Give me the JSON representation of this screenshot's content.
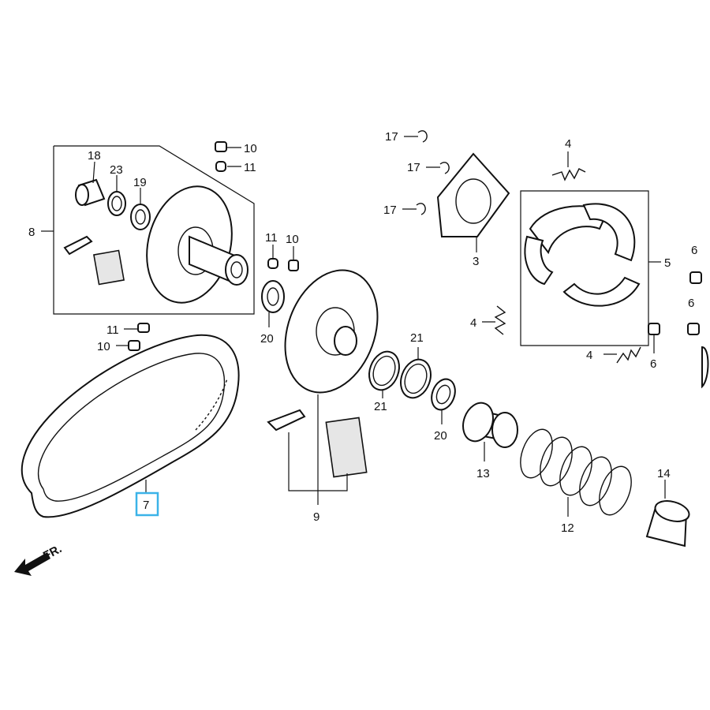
{
  "labels": {
    "p18": "18",
    "p23": "23",
    "p19": "19",
    "p8": "8",
    "p10a": "10",
    "p11a": "11",
    "p11b": "11",
    "p10b": "10",
    "p20a": "20",
    "p11c": "11",
    "p10c": "10",
    "p7": "7",
    "p9": "9",
    "p21a": "21",
    "p21b": "21",
    "p20b": "20",
    "p13": "13",
    "p12": "12",
    "p14": "14",
    "p17a": "17",
    "p17b": "17",
    "p17c": "17",
    "p3": "3",
    "p4a": "4",
    "p4b": "4",
    "p4c": "4",
    "p5": "5",
    "p6a": "6",
    "p6b": "6",
    "p6c": "6"
  },
  "direction": "FR.",
  "highlighted_part": "7",
  "colors": {
    "highlight": "#3bb3e8",
    "line": "#111111"
  }
}
